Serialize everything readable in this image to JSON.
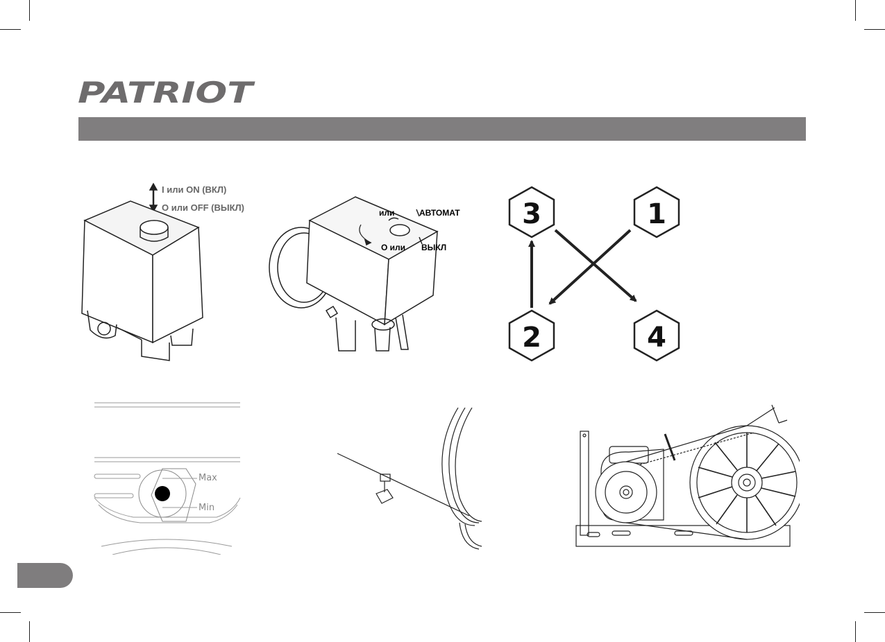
{
  "brand": {
    "name": "PATRIOT"
  },
  "figure1": {
    "on_label": "I или ON (ВКЛ)",
    "off_label": "О или OFF (ВЫКЛ)"
  },
  "figure2": {
    "or_label": "или",
    "auto_label": "АВТОМАТ",
    "o_or_label": "О или",
    "off_label": "ВЫКЛ"
  },
  "figure3": {
    "steps": [
      "3",
      "1",
      "2",
      "4"
    ]
  },
  "figure4": {
    "max_label": "Max",
    "min_label": "Min"
  },
  "colors": {
    "header_bar": "#807e7f",
    "logo": "#6e6c6d"
  }
}
